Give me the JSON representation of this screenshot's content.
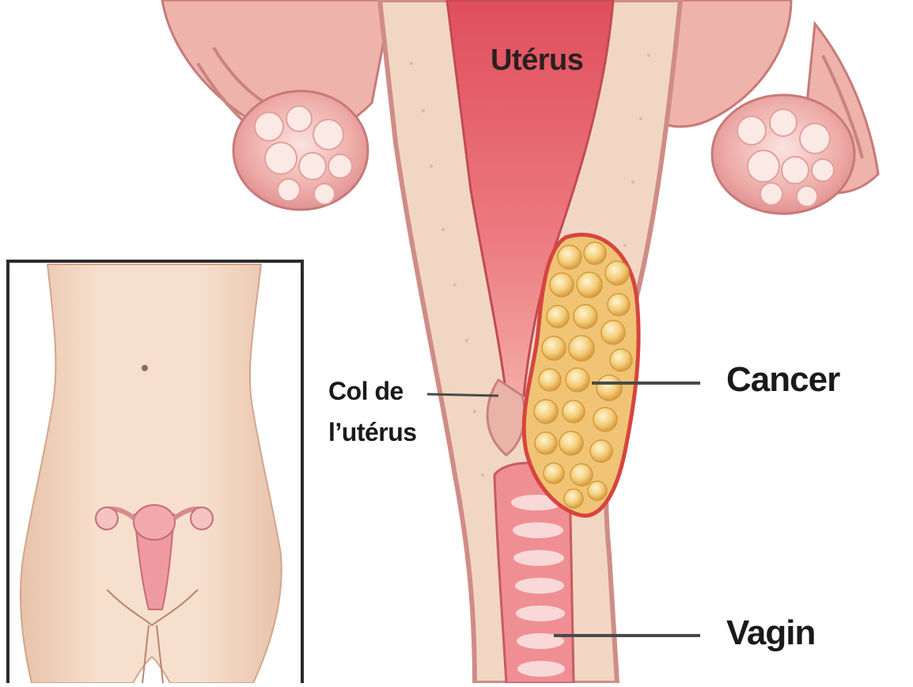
{
  "labels": {
    "uterus": "Utérus",
    "cervix": "Col de\nl’utérus",
    "cancer": "Cancer",
    "vagina": "Vagin"
  },
  "colors": {
    "background": "#ffffff",
    "tissue_pink": "#efb4ad",
    "uterine_wall": "#f1d5c1",
    "cavity_red": "#e8676f",
    "tumor_yellow": "#f0c878",
    "skin": "#f3d8c4",
    "leader_line": "#444444",
    "text": "#1a1a1a"
  },
  "icons": [
    "female-reproductive-anatomy",
    "torso-inset"
  ]
}
